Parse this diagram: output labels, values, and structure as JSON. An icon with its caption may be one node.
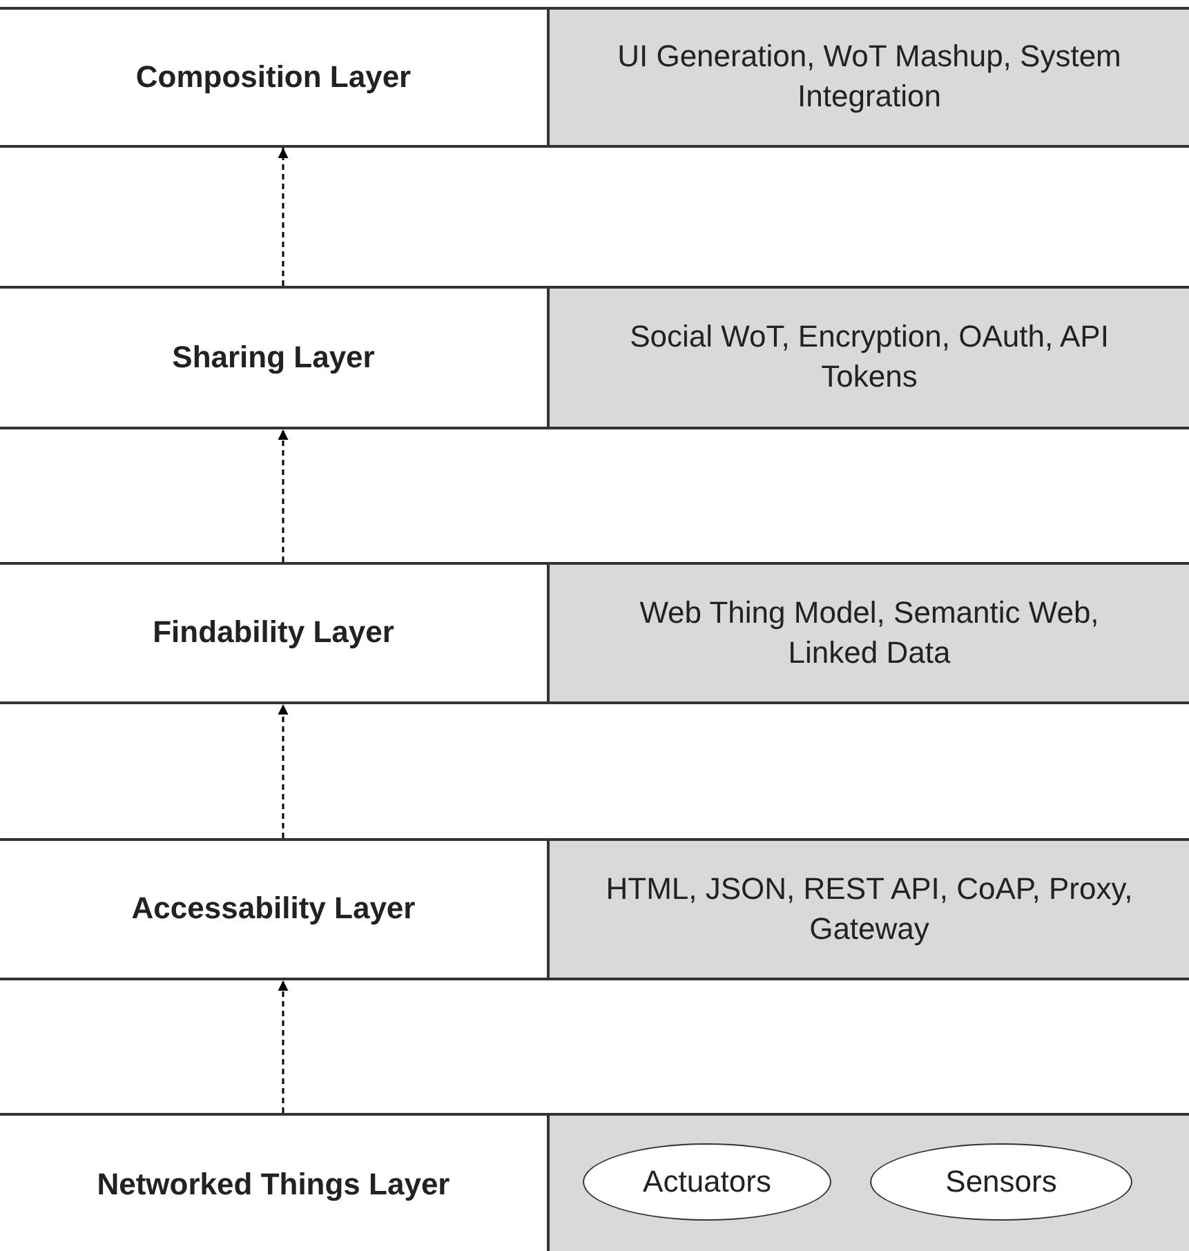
{
  "diagram": {
    "nodes": [
      {
        "text": [
          "Composition Layer"
        ]
      },
      {
        "text": [
          "UI Generation, WoT Mashup, System Integration"
        ]
      },
      {
        "text": [
          "Sharing Layer"
        ]
      },
      {
        "text": [
          "Social WoT, Encryption, OAuth, API Tokens"
        ]
      },
      {
        "text": [
          "Findability Layer"
        ]
      },
      {
        "text": [
          "Web Thing Model, Semantic Web, Linked Data"
        ]
      },
      {
        "text": [
          "Accessability Layer"
        ]
      },
      {
        "text": [
          "HTML, JSON, REST API, CoAP, Proxy, Gateway"
        ]
      },
      {
        "text": [
          "Networked Things Layer"
        ]
      },
      {
        "text": [],
        "shape": "box"
      },
      {
        "text": [
          "Actuators"
        ],
        "in": 9
      },
      {
        "text": [
          "Sensors"
        ],
        "in": 9
      }
    ],
    "edges": [
      {
        "from": 2,
        "to": 0,
        "arrow": "to",
        "style": "dashed"
      },
      {
        "from": 4,
        "to": 2,
        "arrow": "to",
        "style": "dashed"
      },
      {
        "from": 6,
        "to": 4,
        "arrow": "to",
        "style": "dashed"
      },
      {
        "from": 8,
        "to": 6,
        "arrow": "to",
        "style": "dashed"
      }
    ]
  }
}
